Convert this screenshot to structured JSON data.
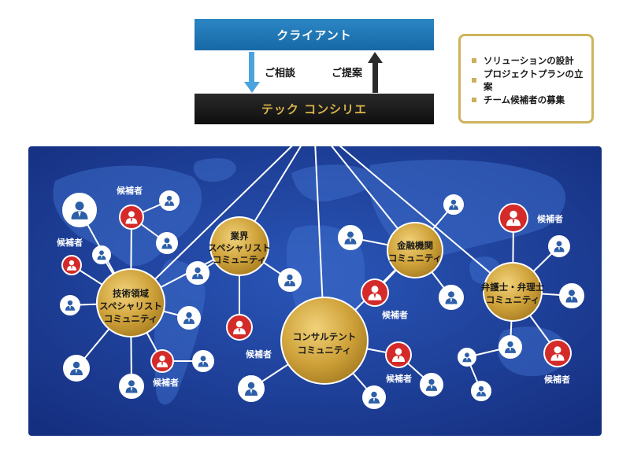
{
  "header": {
    "client": "クライアント",
    "consult_label": "ご相談",
    "proposal_label": "ご提案",
    "tech": "テック コンシリエ"
  },
  "services": [
    "ソリューションの設計",
    "プロジェクトプランの立案",
    "チーム候補者の募集"
  ],
  "communities": {
    "industry": [
      "業界",
      "スペシャリスト",
      "コミュニティ"
    ],
    "technical": [
      "技術領域",
      "スペシャリスト",
      "コミュニティ"
    ],
    "consultant": [
      "コンサルテント",
      "コミュニティ"
    ],
    "finance": [
      "金融機関",
      "コミュニティ"
    ],
    "legal": [
      "弁護士・弁理士",
      "コミュニティ"
    ]
  },
  "candidate_label": "候補者",
  "colors": {
    "client_blue": "#1f78b8",
    "arrow_blue": "#4aa3dc",
    "tech_black": "#141414",
    "tech_gold_text": "#d9b44a",
    "map_blue": "#1d3e9a",
    "community_gold": "#d4ac42",
    "candidate_red": "#d42a2a",
    "member_blue": "#2d5fa8",
    "service_border": "#cdb45a"
  }
}
